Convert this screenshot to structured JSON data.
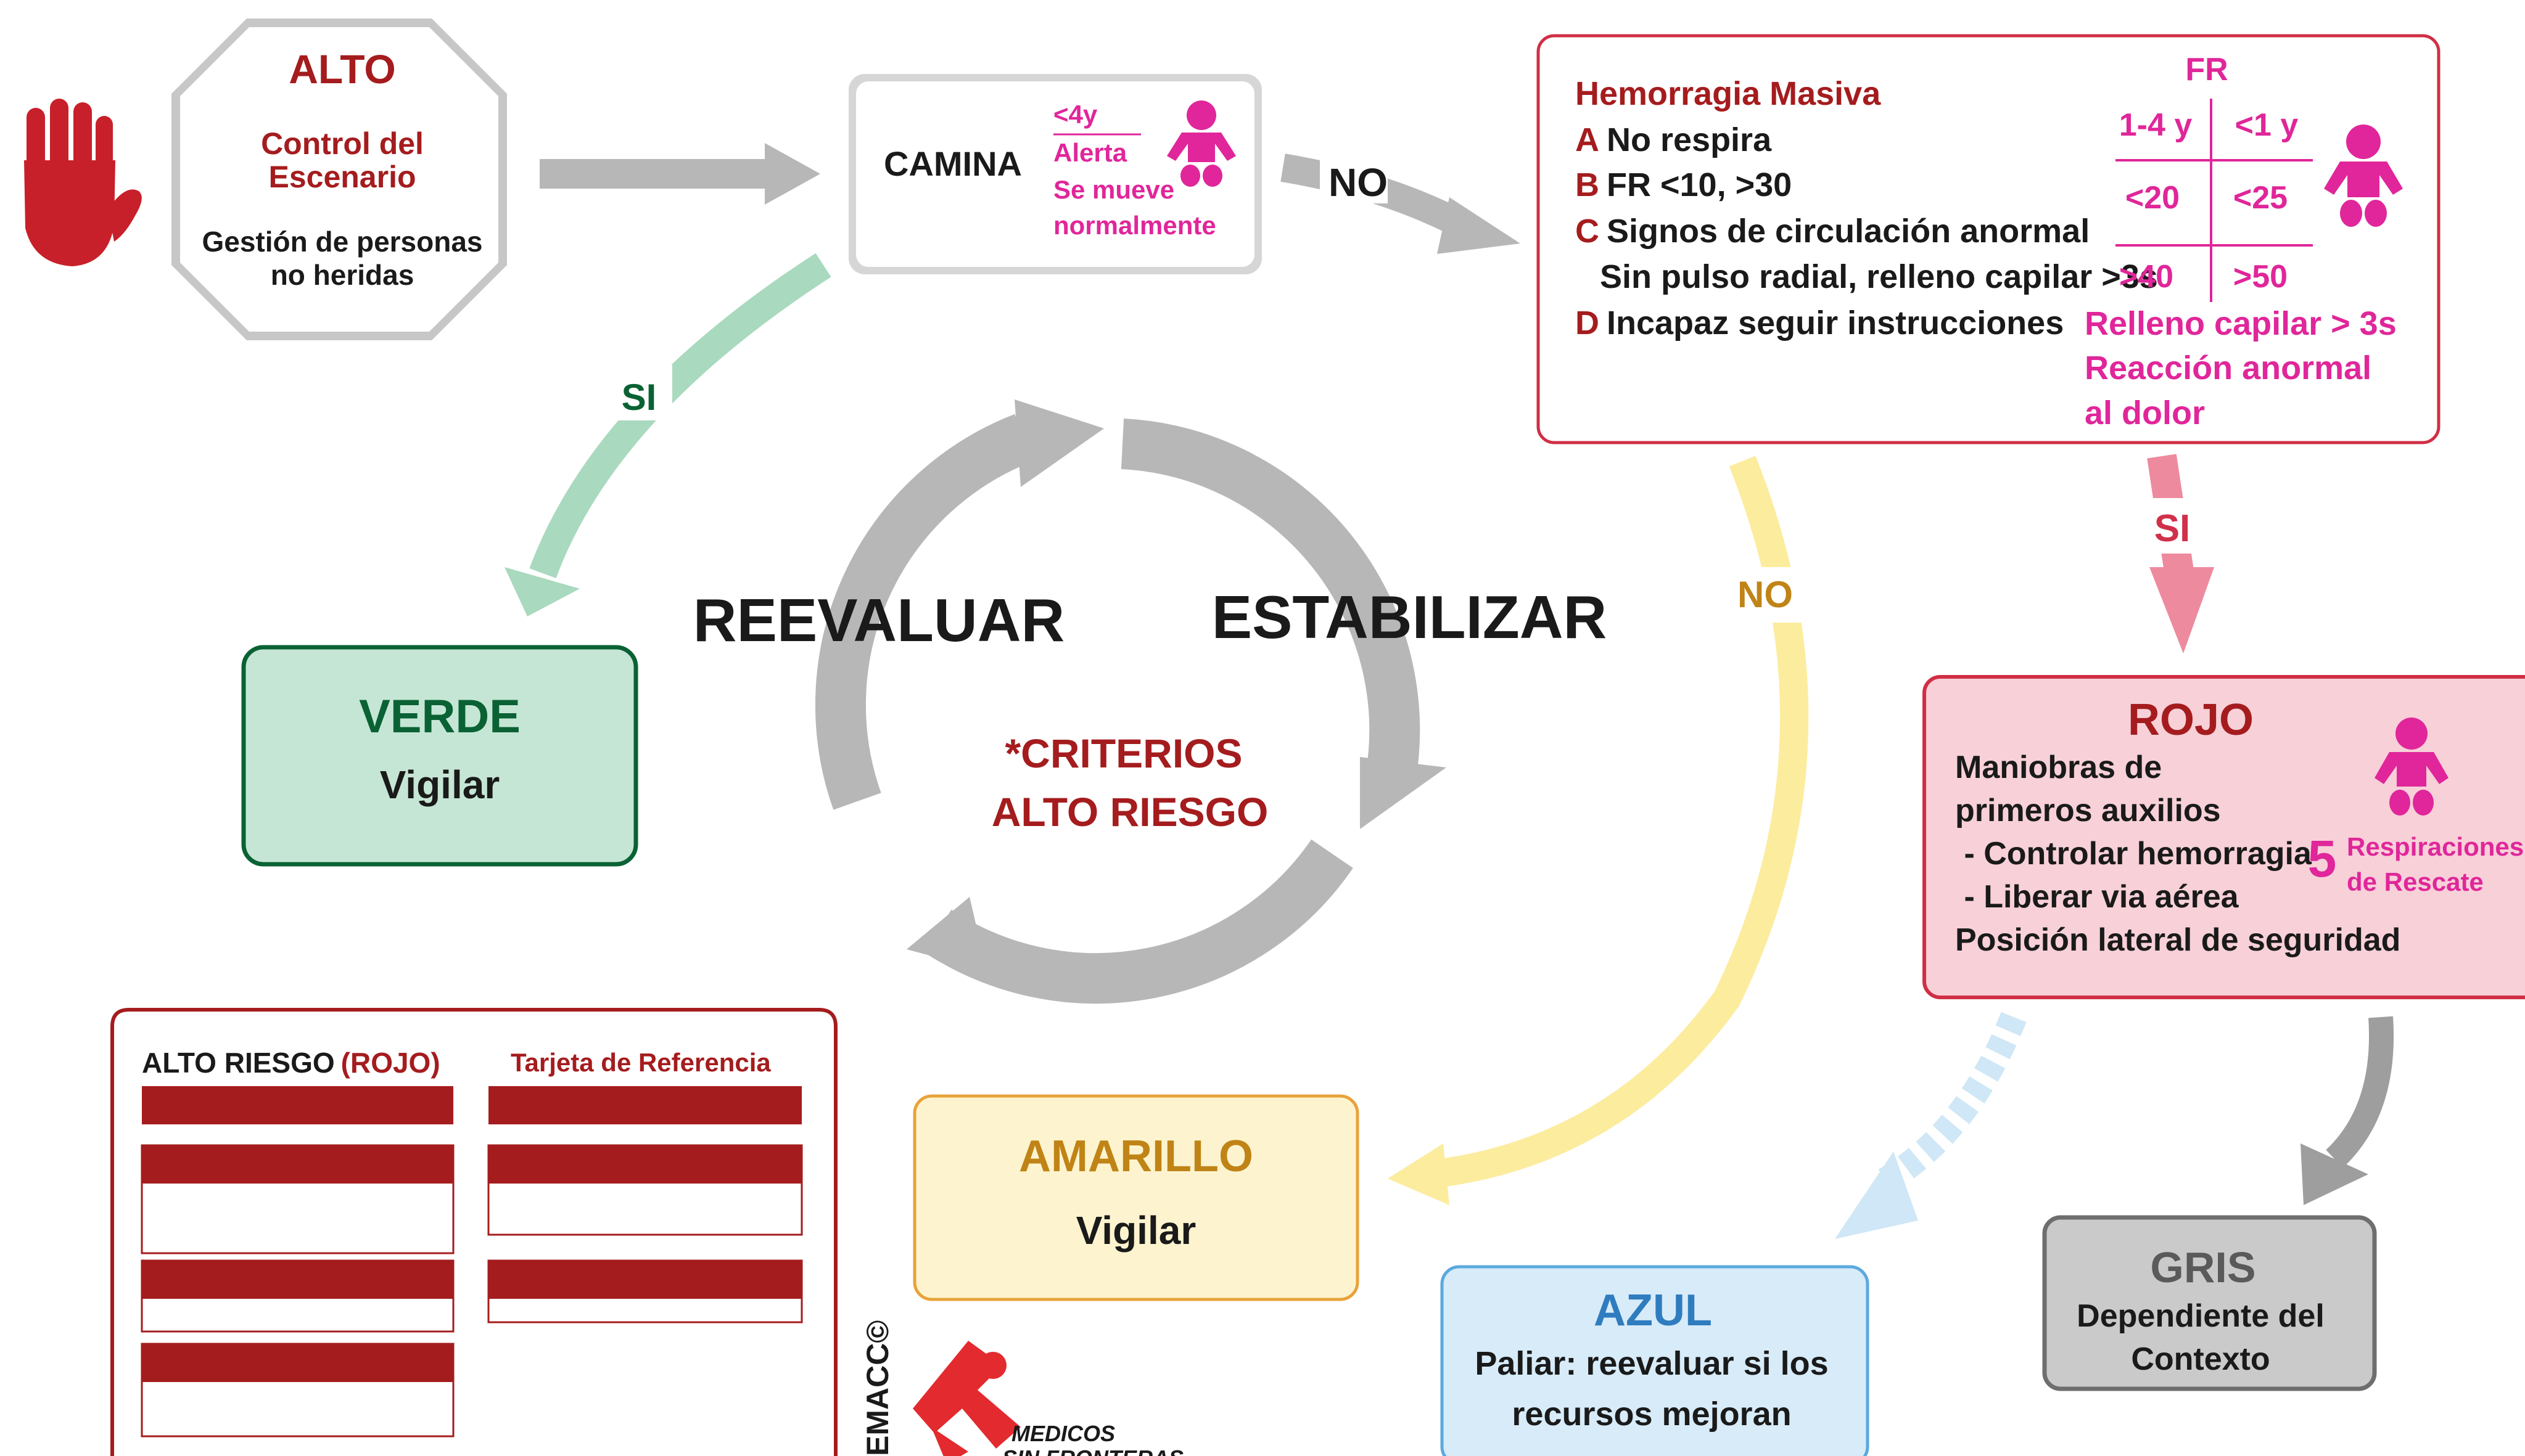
{
  "colors": {
    "dark_red": "#A51C1E",
    "magenta": "#E0269A",
    "gray_arrow": "#B7B7B8",
    "green_dark": "#0A6234",
    "green_fill": "#C6E6D5",
    "green_arrow": "#A9D9BE",
    "yellow_fill": "#FDF4CF",
    "yellow_border": "#E8A33B",
    "yellow_arrow": "#FCEC9E",
    "yellow_text": "#C08416",
    "pink_fill": "#F7D0D8",
    "pink_arrow": "#EE8A9E",
    "blue_fill": "#D7EBF9",
    "blue_border": "#5BA9DE",
    "blue_text": "#2F7CBF",
    "blue_arrow": "#CFE7F6",
    "gris_fill": "#CACACA",
    "gris_border": "#6E6E6E"
  },
  "icons": [
    "hand-stop-icon",
    "baby-icon",
    "msf-logo-icon"
  ],
  "stop": {
    "title": "ALTO",
    "subtitle_line1": "Control del",
    "subtitle_line2": "Escenario",
    "desc_line1": "Gestión de personas",
    "desc_line2": "no heridas"
  },
  "camina": {
    "label": "CAMINA",
    "age": "<4y",
    "line1": "Alerta",
    "line2": "Se mueve",
    "line3": "normalmente"
  },
  "arrows": {
    "no_top": "NO",
    "si_left": "SI",
    "si_right": "SI",
    "no_right": "NO"
  },
  "criteria": {
    "title": "Hemorragia Masiva",
    "items": [
      {
        "letter": "A",
        "text": "No respira"
      },
      {
        "letter": "B",
        "text": "FR <10, >30"
      },
      {
        "letter": "C",
        "text": "Signos de circulación anormal"
      },
      {
        "letter": "",
        "text": "Sin pulso radial, relleno capilar >3s"
      },
      {
        "letter": "D",
        "text": "Incapaz seguir instrucciones"
      }
    ],
    "fr_title": "FR",
    "fr_header": [
      "1-4 y",
      "<1 y"
    ],
    "fr_rows": [
      [
        "<20",
        "<25"
      ],
      [
        ">40",
        ">50"
      ]
    ],
    "pediatric_line1": "Relleno capilar > 3s",
    "pediatric_line2": "Reacción anormal",
    "pediatric_line3": "al dolor"
  },
  "cycle": {
    "left": "REEVALUAR",
    "right": "ESTABILIZAR",
    "center_line1": "*CRITERIOS",
    "center_line2": "ALTO RIESGO"
  },
  "verde": {
    "title": "VERDE",
    "subtitle": "Vigilar"
  },
  "amarillo": {
    "title": "AMARILLO",
    "subtitle": "Vigilar"
  },
  "rojo": {
    "title": "ROJO",
    "lines": [
      "Maniobras de",
      "primeros auxilios",
      " - Controlar hemorragia",
      " - Liberar via aérea",
      "Posición lateral de seguridad"
    ],
    "rescue_number": "5",
    "rescue_line1": "Respiraciones",
    "rescue_line2": "de Rescate"
  },
  "azul": {
    "title": "AZUL",
    "line1": "Paliar: reevaluar si los",
    "line2": "recursos mejoran"
  },
  "gris": {
    "title": "GRIS",
    "line1": "Dependiente del",
    "line2": "Contexto"
  },
  "card": {
    "title": "ALTO RIESGO",
    "title_highlight": "(ROJO)",
    "reference": "Tarjeta de Referencia"
  },
  "footer": {
    "logo_text_line1": "MEDICOS",
    "logo_text_line2": "SIN FRONTERAS",
    "vertical_text": "EMACC©"
  }
}
